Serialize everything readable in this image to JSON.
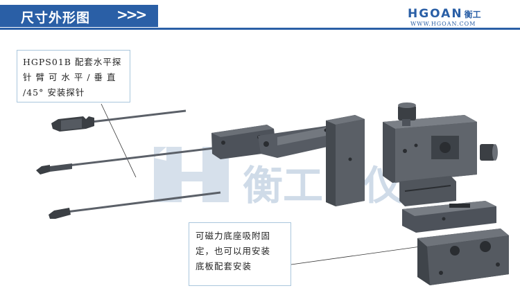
{
  "header": {
    "title": "尺寸外形图",
    "chevrons": ">>>",
    "brand_logo": "HGOAN",
    "brand_cn": "衡工",
    "website": "WWW.HGOAN.COM"
  },
  "callouts": {
    "probe_note_lines": [
      "HGPS01B 配套水平探",
      "针 臂 可 水 平 / 垂 直",
      "/45°  安装探针"
    ],
    "base_note_lines": [
      "可磁力底座吸附固",
      "定，也可以用安装",
      "底板配套安装"
    ]
  },
  "watermark": {
    "text": "衡工®仪器"
  },
  "colors": {
    "brand_blue": "#2a5fa6",
    "callout_border": "#a9c6dc",
    "metal_dark": "#3b3f44",
    "metal_mid": "#6b7077",
    "watermark": "#cfdbe8"
  }
}
